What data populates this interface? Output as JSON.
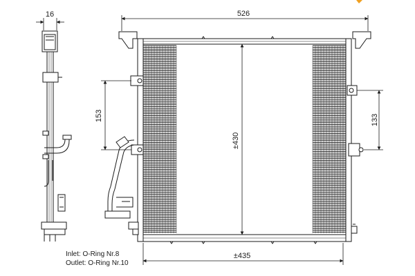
{
  "dimensions": {
    "side_width": "16",
    "overall_width": "526",
    "core_height": "±430",
    "core_width": "±435",
    "inlet_spacing": "153",
    "outlet_spacing": "133"
  },
  "notes": {
    "inlet": "Inlet: O-Ring Nr.8",
    "outlet": "Outlet: O-Ring Nr.10"
  },
  "colors": {
    "line": "#1a1a1a",
    "accent": "#f0a020",
    "background": "#ffffff"
  }
}
